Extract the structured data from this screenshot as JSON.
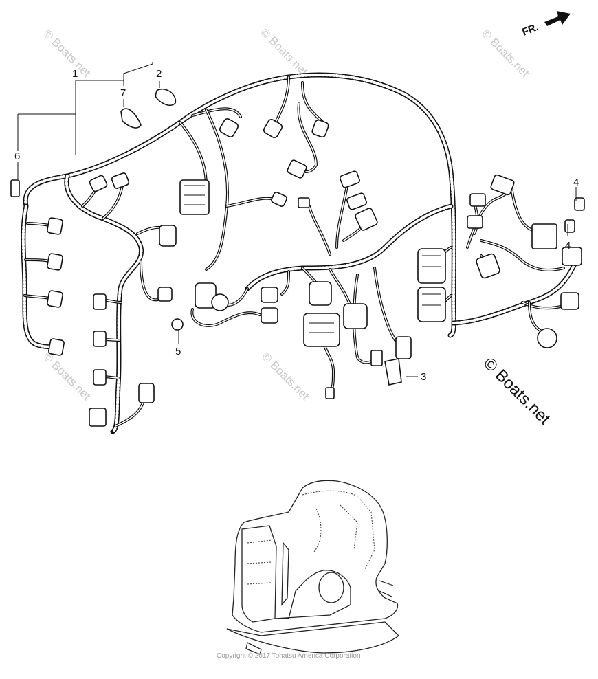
{
  "callouts": [
    "1",
    "2",
    "3",
    "4",
    "4",
    "5",
    "6",
    "7"
  ],
  "watermark": {
    "faint": "© Boats.net",
    "large": "© Boats.net"
  },
  "front_indicator": {
    "label": "FR."
  },
  "copyright": "Copyright © 2017 Tohatsu America Corporation",
  "colors": {
    "line": "#111111",
    "watermark": "#c9c9c9",
    "background": "#ffffff"
  },
  "icons": [
    "front-arrow-icon",
    "engine-location-icon"
  ]
}
